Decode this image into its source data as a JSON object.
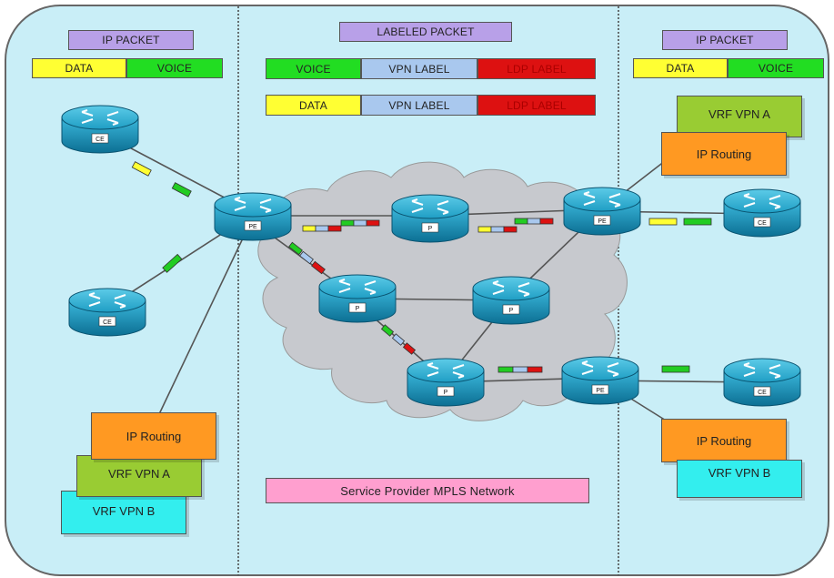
{
  "colors": {
    "background_panel": "#c9eef7",
    "cloud": "#c7c9ce",
    "ip_packet": "#b8a0e8",
    "data": "#ffff33",
    "voice": "#22dd22",
    "vpn_label": "#a9c8ee",
    "ldp_label": "#dd1111",
    "ip_routing": "#ff9922",
    "vrf_vpn_a": "#99cc33",
    "vrf_vpn_b": "#33eeee",
    "service_provider": "#ff9fcf",
    "router_body": "#1c9fc4"
  },
  "left": {
    "ip_packet": "IP PACKET",
    "data": "DATA",
    "voice": "VOICE",
    "ip_routing": "IP Routing",
    "vrf_a": "VRF VPN A",
    "vrf_b": "VRF VPN B"
  },
  "center": {
    "labeled_packet": "LABELED PACKET",
    "row1": [
      "VOICE",
      "VPN LABEL",
      "LDP LABEL"
    ],
    "row2": [
      "DATA",
      "VPN LABEL",
      "LDP LABEL"
    ],
    "service_provider": "Service Provider MPLS Network"
  },
  "right": {
    "ip_packet": "IP PACKET",
    "data": "DATA",
    "voice": "VOICE",
    "vrf_a": "VRF VPN A",
    "ip_routing_a": "IP Routing",
    "ip_routing_b": "IP Routing",
    "vrf_b": "VRF VPN B"
  },
  "routers": {
    "ce_top_left": "CE",
    "ce_bottom_left": "CE",
    "pe_left": "PE",
    "p_top": "P",
    "p_mid_left": "P",
    "p_mid_right": "P",
    "p_bottom": "P",
    "pe_right_top": "PE",
    "pe_right_bottom": "PE",
    "ce_right_top": "CE",
    "ce_right_bottom": "CE"
  }
}
